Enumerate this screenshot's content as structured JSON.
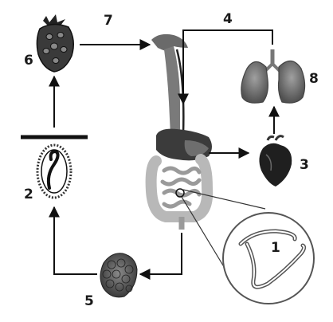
{
  "labels": {
    "n1": "1",
    "n2": "2",
    "n3": "3",
    "n4": "4",
    "n5": "5",
    "n6": "6",
    "n7": "7",
    "n8": "8"
  },
  "colors": {
    "line": "#111111",
    "organ": "#5a5a5a",
    "organ_dark": "#2e2e2e",
    "gut": "#c9c9c9",
    "heart": "#1f1f1f",
    "strawberry": "#333333"
  },
  "icons": {
    "item_1": "roundworm-adult-pair-icon",
    "item_2": "worm-egg-with-larva-icon",
    "item_3": "heart-icon",
    "item_5": "egg-cluster-icon",
    "item_6": "strawberry-icon",
    "item_8": "lungs-icon",
    "body": "digestive-tract-icon"
  }
}
